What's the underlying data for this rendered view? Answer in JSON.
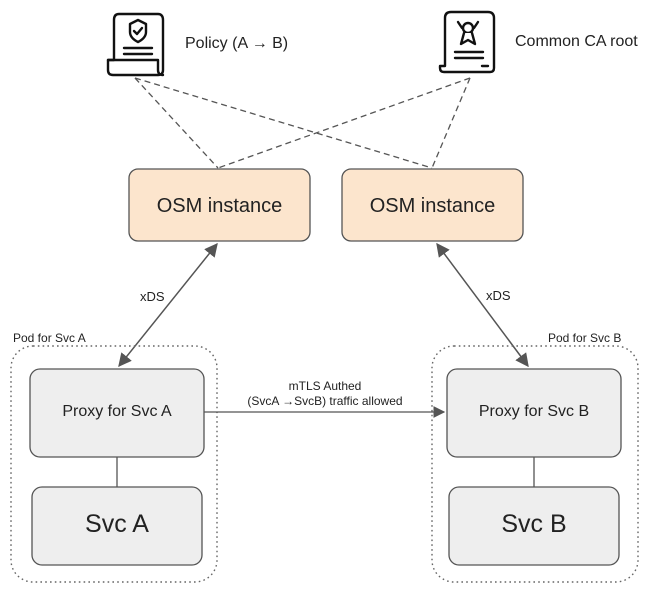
{
  "icons": {
    "policy": {
      "name": "policy-document-icon",
      "label": "Policy (A → B)"
    },
    "ca_root": {
      "name": "certificate-icon",
      "label": "Common CA root"
    }
  },
  "osm_instances": [
    {
      "label": "OSM instance"
    },
    {
      "label": "OSM instance"
    }
  ],
  "edges": {
    "xds_a": "xDS",
    "xds_b": "xDS",
    "mtls_line1": "mTLS Authed",
    "mtls_line2": "(SvcA →SvcB) traffic allowed"
  },
  "pods": [
    {
      "label": "Pod for Svc A",
      "proxy": "Proxy for Svc A",
      "service": "Svc A"
    },
    {
      "label": "Pod for Svc B",
      "proxy": "Proxy for Svc B",
      "service": "Svc B"
    }
  ],
  "colors": {
    "osm_fill": "#fce5cd",
    "box_fill": "#eeeeee",
    "stroke": "#555555"
  }
}
